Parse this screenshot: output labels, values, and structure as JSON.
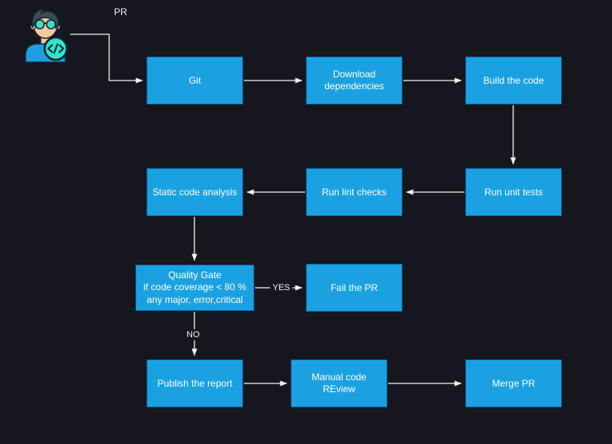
{
  "diagram": {
    "title_label": "PR",
    "type": "flowchart",
    "colors": {
      "background": "#16161e",
      "node_fill": "#1ba1e2",
      "node_border": "#006eaf",
      "node_text": "#ffffff",
      "arrow": "#f2f2f2",
      "avatar_badge": "#2ee6c9"
    },
    "nodes": {
      "git": {
        "label": "Git"
      },
      "download_dependencies": {
        "label": "Download dependencies"
      },
      "build_the_code": {
        "label": "Build the code"
      },
      "run_unit_tests": {
        "label": "Run unit tests"
      },
      "run_lint_checks": {
        "label": "Run lint checks"
      },
      "static_code_analysis": {
        "label": "Static code analysis"
      },
      "quality_gate": {
        "line1": "Quality Gate",
        "line2": "if code coverage < 80 %",
        "line3": "any major, error,critical"
      },
      "fail_the_pr": {
        "label": "Fail the PR"
      },
      "publish_the_report": {
        "label": "Publish the report"
      },
      "manual_code_review": {
        "label": "Manual code REview"
      },
      "merge_pr": {
        "label": "Merge PR"
      }
    },
    "edge_labels": {
      "yes": "YES",
      "no": "NO"
    },
    "edges": [
      {
        "from": "developer-avatar",
        "to": "git"
      },
      {
        "from": "git",
        "to": "download_dependencies"
      },
      {
        "from": "download_dependencies",
        "to": "build_the_code"
      },
      {
        "from": "build_the_code",
        "to": "run_unit_tests"
      },
      {
        "from": "run_unit_tests",
        "to": "run_lint_checks"
      },
      {
        "from": "run_lint_checks",
        "to": "static_code_analysis"
      },
      {
        "from": "static_code_analysis",
        "to": "quality_gate"
      },
      {
        "from": "quality_gate",
        "to": "fail_the_pr",
        "label": "YES"
      },
      {
        "from": "quality_gate",
        "to": "publish_the_report",
        "label": "NO"
      },
      {
        "from": "publish_the_report",
        "to": "manual_code_review"
      },
      {
        "from": "manual_code_review",
        "to": "merge_pr"
      }
    ]
  }
}
